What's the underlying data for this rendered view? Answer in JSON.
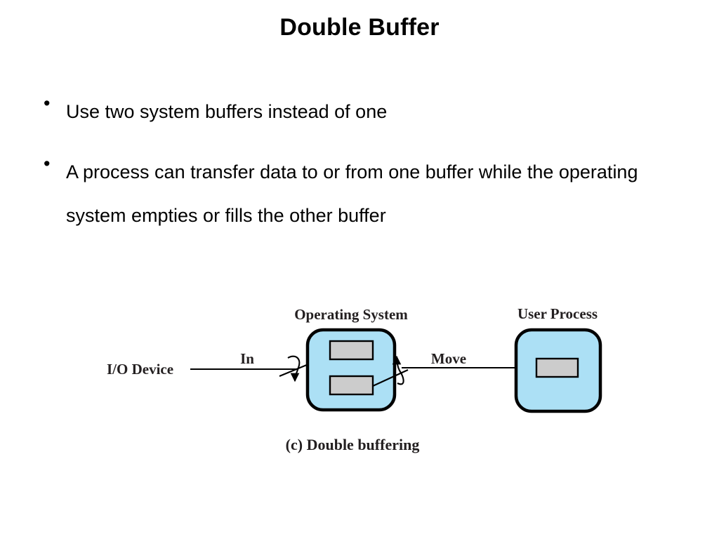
{
  "slide": {
    "title": "Double Buffer",
    "bullet_marker": "•",
    "bullets": [
      "Use two system buffers instead of one",
      "A process can transfer data to or from one buffer while the operating system empties or fills the other buffer"
    ]
  },
  "figure": {
    "caption": "(c) Double buffering",
    "labels": {
      "io_device": "I/O Device",
      "in": "In",
      "move": "Move",
      "operating_system": "Operating System",
      "user_process": "User Process"
    },
    "colors": {
      "box_fill": "#ace0f5",
      "box_stroke": "#000000",
      "buffer_fill": "#cccccc",
      "buffer_stroke": "#000000",
      "text": "#231f20"
    },
    "os_buffers": 2,
    "user_buffers": 1
  }
}
